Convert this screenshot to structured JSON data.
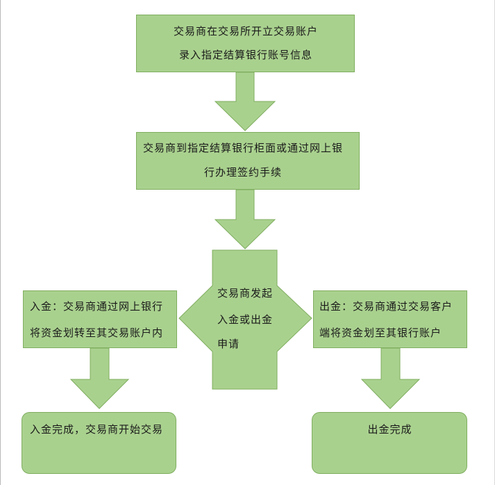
{
  "colors": {
    "fill": "#a9d18e",
    "stroke": "#7fae5f",
    "text": "#1a1a1a"
  },
  "boxes": {
    "step1": {
      "line1": "交易商在交易所开立交易账户",
      "line2": "录入指定结算银行账号信息"
    },
    "step2": {
      "line1": "交易商到指定结算银行柜面或通过网上银",
      "line2": "行办理签约手续"
    },
    "decision": {
      "line1": "交易商发起",
      "line2": "入金或出金",
      "line3": "申请"
    },
    "deposit": {
      "line1": "入金：交易商通过网上银行",
      "line2": "将资金划转至其交易账户内"
    },
    "withdraw": {
      "line1": "出金：交易商通过交易客户",
      "line2": "端将资金划至其银行账户"
    },
    "deposit_done": {
      "text": "入金完成，交易商开始交易"
    },
    "withdraw_done": {
      "text": "出金完成"
    }
  }
}
